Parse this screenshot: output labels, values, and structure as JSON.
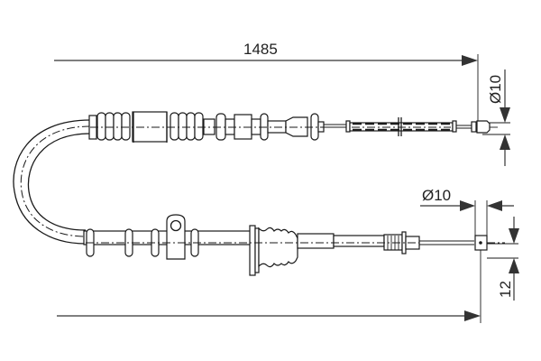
{
  "drawing": {
    "title": "Parking brake cable technical drawing",
    "colors": {
      "line": "#1a1a1a",
      "dimension": "#333333",
      "background": "#ffffff"
    },
    "dimensions": {
      "overall_length": "1485",
      "top_end_diameter": "Ø10",
      "bottom_end_diameter": "Ø10",
      "bottom_end_offset": "12"
    }
  }
}
